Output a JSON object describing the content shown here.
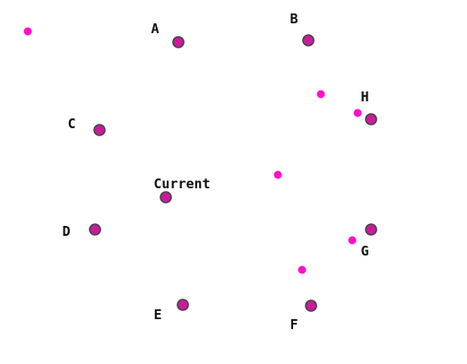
{
  "colors": {
    "node_fill": "#cc1a9e",
    "node_stroke": "#444444",
    "dot_fill": "#ff10c8",
    "label_color": "#111111",
    "background": "#ffffff"
  },
  "labels": {
    "a": "A",
    "b": "B",
    "c": "C",
    "d": "D",
    "e": "E",
    "f": "F",
    "g": "G",
    "h": "H",
    "current": "Current"
  }
}
